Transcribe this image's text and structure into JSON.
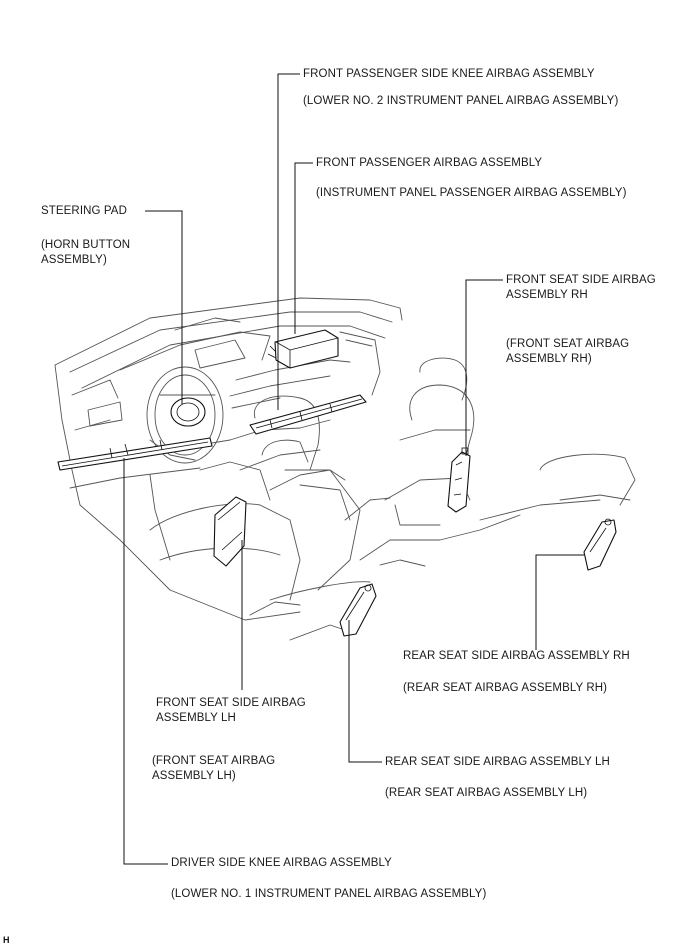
{
  "labels": {
    "front_passenger_knee": {
      "name": "FRONT PASSENGER SIDE KNEE AIRBAG ASSEMBLY",
      "alt": "(LOWER NO. 2 INSTRUMENT PANEL AIRBAG ASSEMBLY)"
    },
    "front_passenger": {
      "name": "FRONT PASSENGER AIRBAG ASSEMBLY",
      "alt": "(INSTRUMENT PANEL PASSENGER AIRBAG ASSEMBLY)"
    },
    "steering_pad": {
      "name": "STEERING PAD",
      "alt_line1": "(HORN BUTTON",
      "alt_line2": "ASSEMBLY)"
    },
    "front_seat_rh": {
      "name_line1": "FRONT SEAT SIDE AIRBAG",
      "name_line2": "ASSEMBLY RH",
      "alt_line1": "(FRONT SEAT AIRBAG",
      "alt_line2": "ASSEMBLY RH)"
    },
    "rear_seat_rh": {
      "name": "REAR SEAT SIDE AIRBAG ASSEMBLY RH",
      "alt": "(REAR SEAT AIRBAG ASSEMBLY RH)"
    },
    "front_seat_lh": {
      "name_line1": "FRONT SEAT SIDE AIRBAG",
      "name_line2": "ASSEMBLY LH",
      "alt_line1": "(FRONT SEAT AIRBAG",
      "alt_line2": "ASSEMBLY LH)"
    },
    "rear_seat_lh": {
      "name": "REAR SEAT SIDE AIRBAG ASSEMBLY LH",
      "alt": "(REAR SEAT AIRBAG ASSEMBLY LH)"
    },
    "driver_knee": {
      "name": "DRIVER SIDE KNEE AIRBAG ASSEMBLY",
      "alt": "(LOWER NO. 1 INSTRUMENT PANEL AIRBAG ASSEMBLY)"
    }
  },
  "corner_mark": "H"
}
